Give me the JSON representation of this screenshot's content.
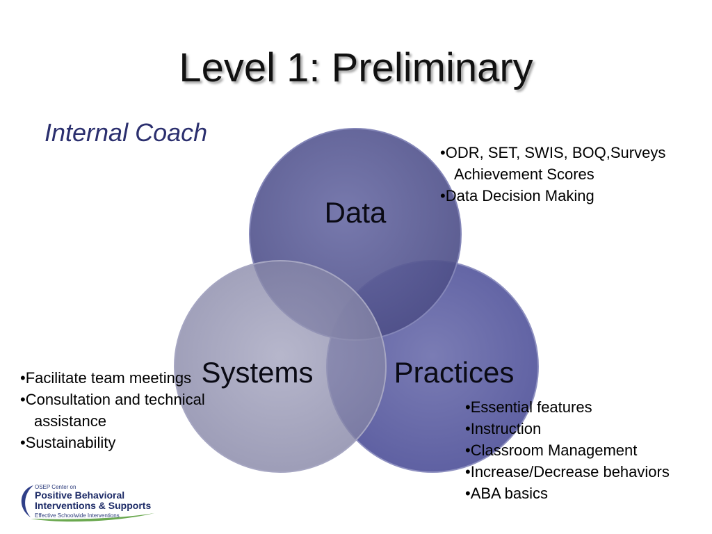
{
  "slide": {
    "title": "Level 1: Preliminary",
    "subtitle": "Internal Coach"
  },
  "venn": {
    "circles": [
      {
        "label": "Data",
        "fill": "#54568f"
      },
      {
        "label": "Systems",
        "fill": "#8d8dac"
      },
      {
        "label": "Practices",
        "fill": "#5d5f9e"
      }
    ],
    "overlap_color": "#45468a"
  },
  "notes": {
    "data": [
      "•ODR, SET, SWIS, BOQ,Surveys",
      "Achievement Scores",
      "•Data Decision Making"
    ],
    "systems": [
      "•Facilitate team meetings",
      "•Consultation and technical",
      "assistance",
      "•Sustainability"
    ],
    "practices": [
      "•Essential features",
      "•Instruction",
      "•Classroom Management",
      "•Increase/Decrease behaviors",
      "•ABA basics"
    ]
  },
  "logo": {
    "small_text": "OSEP Center on",
    "line1": "Positive Behavioral",
    "line2": "Interventions & Supports",
    "tagline": "Effective Schoolwide Interventions"
  }
}
